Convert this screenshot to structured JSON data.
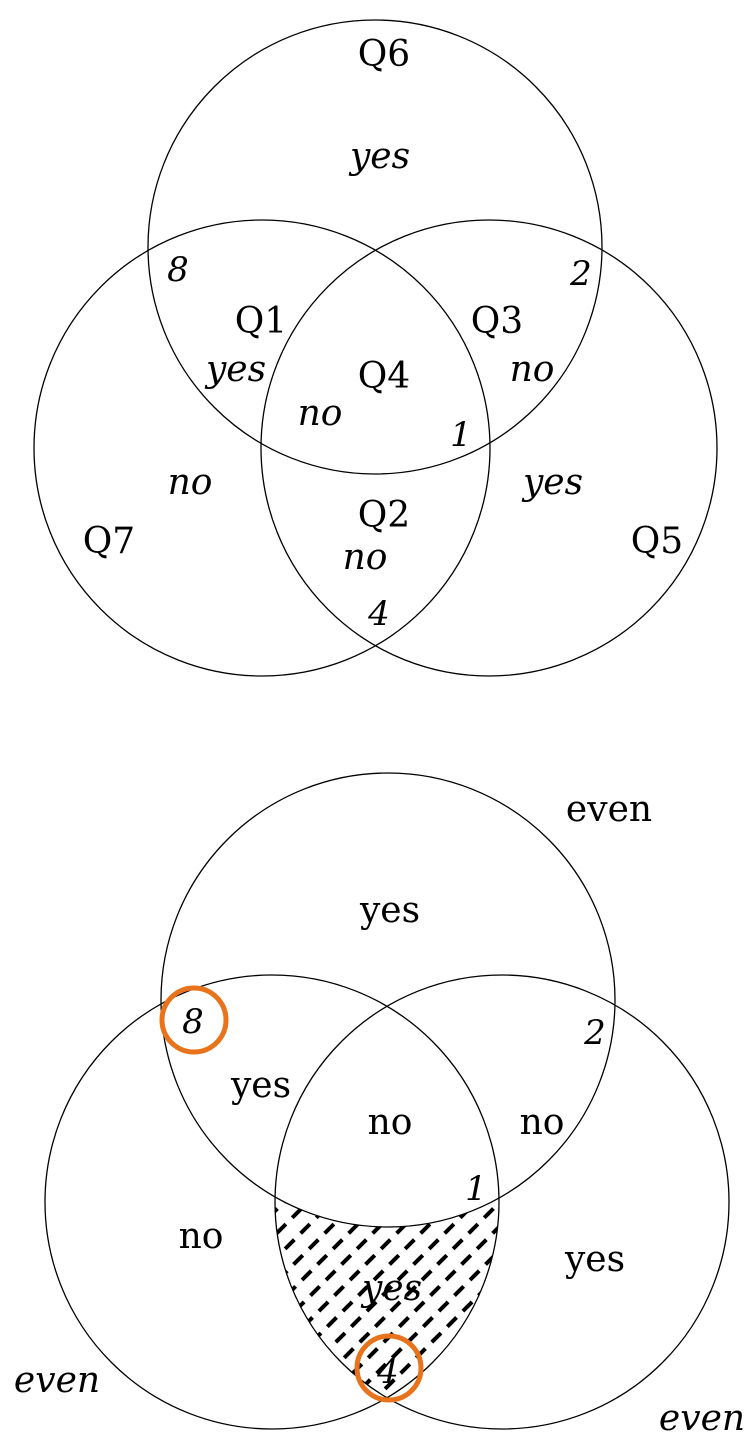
{
  "top_diagram": {
    "sets": {
      "top": "Q6",
      "left": "Q7",
      "right": "Q5"
    },
    "regions": {
      "top_only": {
        "question": "",
        "answer": "yes"
      },
      "top_left": {
        "question": "Q1",
        "answer": "yes"
      },
      "top_right": {
        "question": "Q3",
        "answer": "no"
      },
      "center": {
        "question": "Q4",
        "answer": "no"
      },
      "left_right": {
        "question": "Q2",
        "answer": "no"
      },
      "left_only": {
        "question": "",
        "answer": "no"
      },
      "right_only": {
        "question": "",
        "answer": "yes"
      }
    },
    "intersection_numbers": {
      "top_left": "8",
      "top_right": "2",
      "center_bottom": "1",
      "bottom": "4"
    }
  },
  "bottom_diagram": {
    "sets": {
      "top": "even",
      "left": "even",
      "right": "even"
    },
    "regions": {
      "top_only": {
        "answer": "yes"
      },
      "top_left": {
        "answer": "yes"
      },
      "top_right": {
        "answer": "no"
      },
      "center": {
        "answer": "no"
      },
      "left_right": {
        "answer": "yes"
      },
      "left_only": {
        "answer": "no"
      },
      "right_only": {
        "answer": "yes"
      }
    },
    "intersection_numbers": {
      "top_left": "8",
      "top_right": "2",
      "center_bottom": "1",
      "bottom": "4"
    },
    "highlighted_numbers": [
      "8",
      "4"
    ],
    "hatched_region": "left_right",
    "highlight_color": "#e8731a"
  }
}
